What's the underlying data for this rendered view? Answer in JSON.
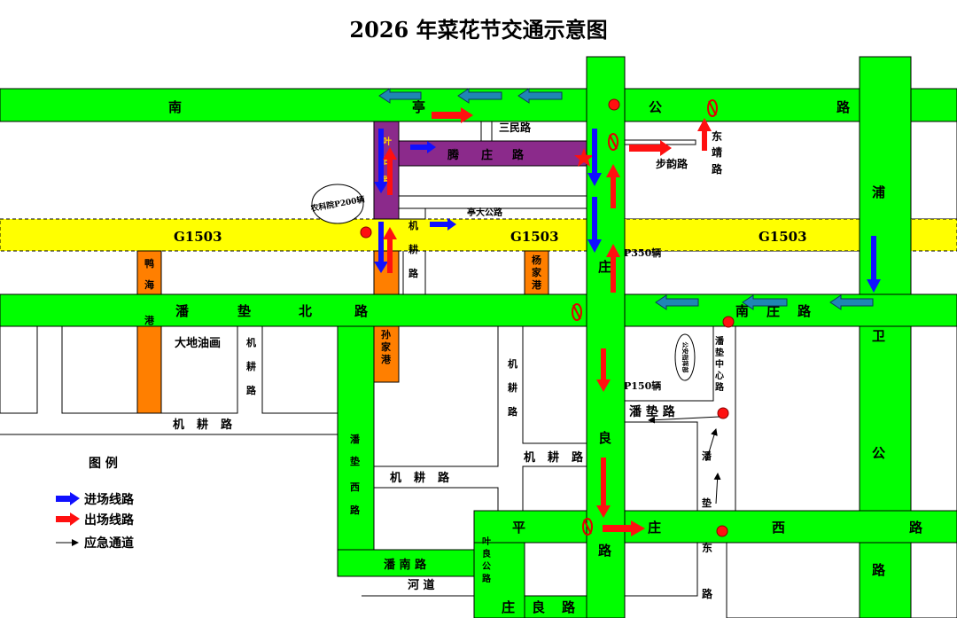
{
  "title": "2026 年菜花节交通示意图",
  "colors": {
    "road_green": "#00ff00",
    "expressway_yellow": "#ffff00",
    "village_orange": "#ff7f00",
    "purple_road": "#8b2a8b",
    "entry_arrow": "#1010ff",
    "exit_arrow": "#ff1010",
    "teal_arrow": "#1f86b4"
  },
  "roads": {
    "nan_ting_gong_lu": [
      "南",
      "亭",
      "公",
      "路"
    ],
    "sanmin_lu": "三民路",
    "teng_zhuang_lu": [
      "腾",
      "庄",
      "路"
    ],
    "ye_ri_lu": [
      "叶",
      "日",
      "路"
    ],
    "buyun_lu": "步韵路",
    "dong_jing_lu": [
      "东",
      "靖",
      "路"
    ],
    "ting_da_gong_lu": "亭大公路",
    "g1503_left": "G1503",
    "g1503_mid": "G1503",
    "g1503_right": "G1503",
    "ji_geng_lu_top": [
      "机",
      "耕",
      "路"
    ],
    "ya_hai_gang": [
      "鸭",
      "海",
      "港"
    ],
    "yang_jia_gang": [
      "杨",
      "家",
      "港"
    ],
    "pu_wei_gong_lu": [
      "浦",
      "卫",
      "公",
      "路"
    ],
    "zhuang_liang_lu": [
      "庄",
      "良",
      "路"
    ],
    "pandian_bei_lu": [
      "潘",
      "垫",
      "北",
      "路"
    ],
    "nan_zhuang_lu": [
      "南",
      "庄",
      "路"
    ],
    "dadi_youhua": "大地油画",
    "ji_geng_lu_v1": [
      "机",
      "耕",
      "路"
    ],
    "sun_jia_gang": [
      "孙",
      "家",
      "港"
    ],
    "ji_geng_lu_v2": [
      "机",
      "耕",
      "路"
    ],
    "pandian_zhongxin_lu": [
      "潘",
      "垫",
      "中",
      "心",
      "路"
    ],
    "ji_geng_lu_bottom": [
      "机",
      "耕",
      "路"
    ],
    "pandian_lu": "潘 垫 路",
    "pandian_xi_lu": [
      "潘",
      "垫",
      "西",
      "路"
    ],
    "ji_geng_lu_mid": [
      "机",
      "耕",
      "路"
    ],
    "ji_geng_lu_low": [
      "机",
      "耕",
      "路"
    ],
    "pan_lu_v": [
      "潘",
      "垫"
    ],
    "ping_zhuang_xi_lu": [
      "平",
      "庄",
      "西",
      "路"
    ],
    "ye_liang_gong_lu": [
      "叶",
      "良",
      "公",
      "路"
    ],
    "pan_nan_lu": "潘 南 路",
    "he_dao": "河 道",
    "dong_lu": [
      "东",
      "路"
    ],
    "zhuang_liang_lu_bottom": [
      "庄",
      "良",
      "路"
    ]
  },
  "parking": {
    "p200": "农科院P200辆",
    "p350": "P350辆",
    "p150": "P150辆",
    "command": "公安指挥部"
  },
  "legend": {
    "title": "图  例",
    "entry": "进场线路",
    "exit": "出场线路",
    "emergency": "应急通道"
  }
}
